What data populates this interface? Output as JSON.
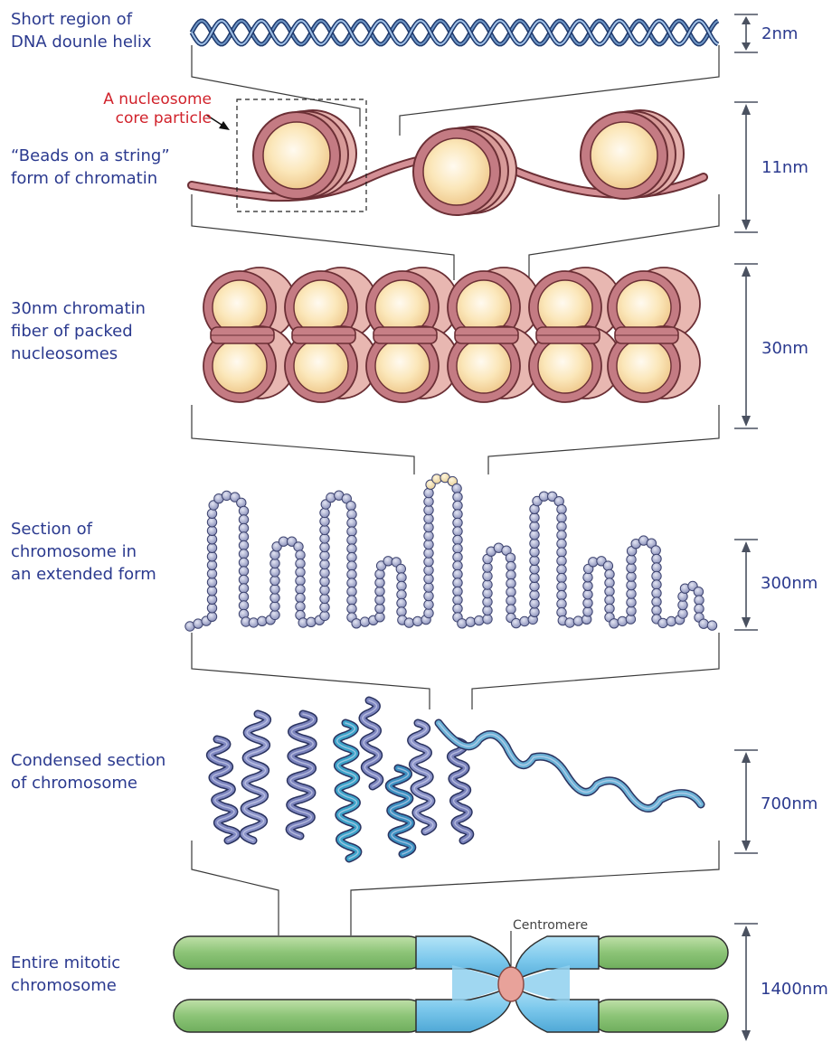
{
  "labels": {
    "dna": "Short region of\nDNA dounle helix",
    "beads": "“Beads on a string”\nform of chromatin",
    "fiber": "30nm chromatin\n fiber of packed\nnucleosomes",
    "extended": "Section of\nchromosome in\nan extended form",
    "condensed": "Condensed section\nof chromosome",
    "mitotic": "Entire mitotic\nchromosome"
  },
  "annotations": {
    "nucleosome": "A nucleosome\ncore particle",
    "centromere": "Centromere"
  },
  "measurements": {
    "dna": "2nm",
    "beads": "11nm",
    "fiber": "30nm",
    "extended": "300nm",
    "condensed": "700nm",
    "mitotic": "1400nm"
  },
  "colors": {
    "label_text": "#2b3a8f",
    "annotation_text": "#d1222b",
    "nucleosome_fill": "#fbe6b6",
    "dna_wrap": "#c77f86",
    "beads_300nm": "#a9aed0",
    "chromatid_arm": "#9ccc86",
    "chromatid_center": "#8fd0ee",
    "centromere": "#e8a29a"
  }
}
